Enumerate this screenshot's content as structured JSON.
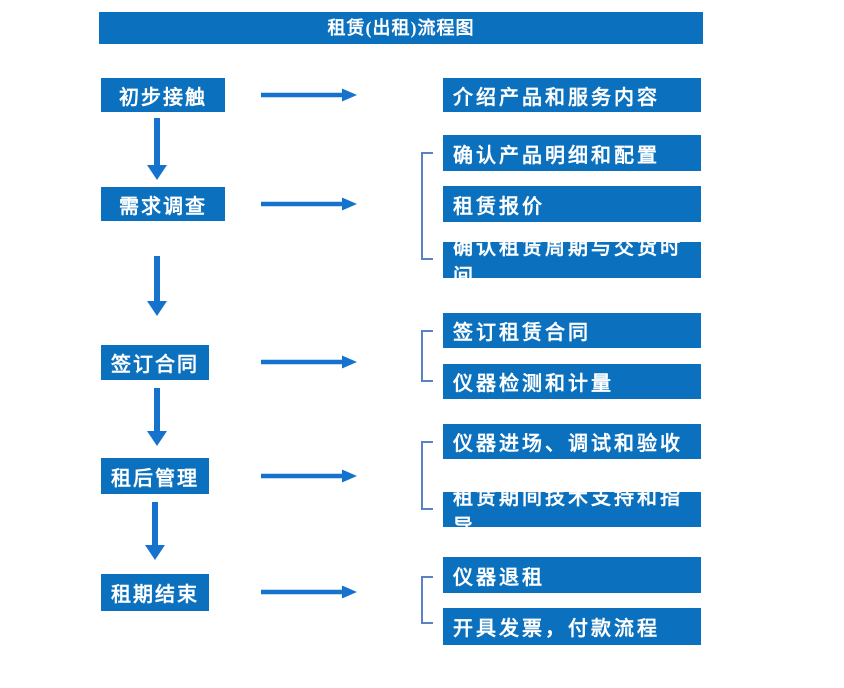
{
  "title": "租赁(出租)流程图",
  "colors": {
    "box_fill": "#0b70bd",
    "arrow": "#1573cd",
    "bracket": "#5b82c3",
    "box_text": "#ffffff",
    "background": "#ffffff"
  },
  "stages": [
    {
      "label": "初步接触",
      "children": [
        "介绍产品和服务内容"
      ]
    },
    {
      "label": "需求调查",
      "children": [
        "确认产品明细和配置",
        "租赁报价",
        "确认租赁周期与交货时间"
      ]
    },
    {
      "label": "签订合同",
      "children": [
        "签订租赁合同",
        "仪器检测和计量"
      ]
    },
    {
      "label": "租后管理",
      "children": [
        "仪器进场、调试和验收",
        "租赁期间技术支持和指导"
      ]
    },
    {
      "label": "租期结束",
      "children": [
        "仪器退租",
        "开具发票，付款流程"
      ]
    }
  ]
}
